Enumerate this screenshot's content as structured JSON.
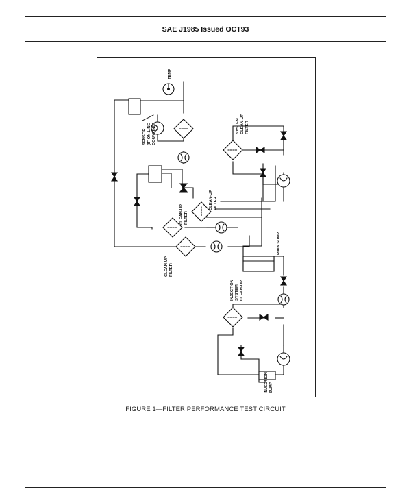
{
  "header": {
    "title": "SAE J1985 Issued OCT93"
  },
  "figure": {
    "caption": "FIGURE 1—FILTER PERFORMANCE TEST CIRCUIT",
    "labels": {
      "temp": "TEMP",
      "sensor": [
        "SENSOR",
        "(IF ON-LINE",
        "COUNTING)"
      ],
      "system_cleanup": [
        "SYSTEM",
        "CLEAN-UP",
        "FILTER"
      ],
      "cleanup_a": [
        "CLEAN-UP",
        "FILTER"
      ],
      "cleanup_b": [
        "CLEAN-UP",
        "FILTER"
      ],
      "cleanup_c": [
        "CLEAN-UP",
        "FILTER"
      ],
      "main_sump": "MAIN SUMP",
      "injection_cleanup": [
        "INJECTION",
        "SYSTEM",
        "CLEAN-UP"
      ],
      "injection_sump": [
        "INJECTION",
        "SUMP"
      ]
    }
  }
}
